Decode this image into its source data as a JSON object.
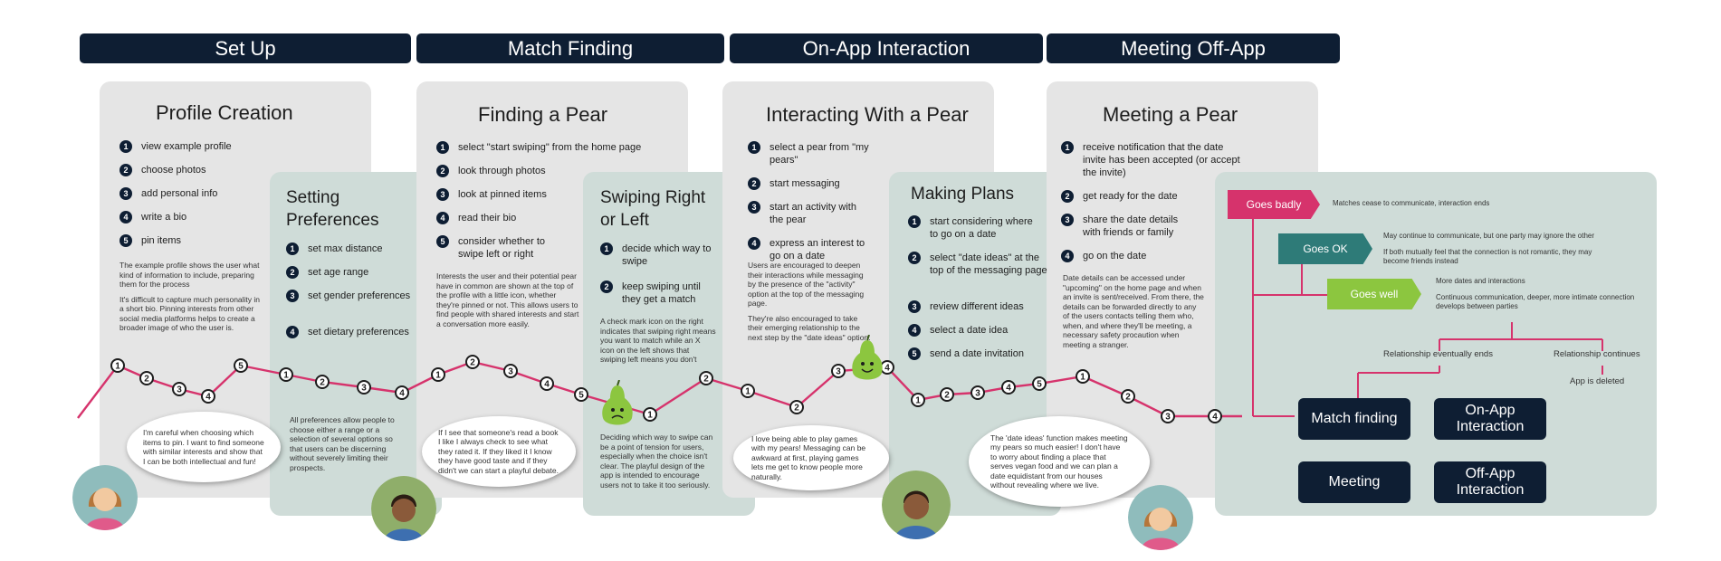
{
  "phases": [
    "Set Up",
    "Match Finding",
    "On-App Interaction",
    "Meeting Off-App"
  ],
  "profile_creation": {
    "title": "Profile Creation",
    "steps": [
      "view example profile",
      "choose photos",
      "add personal info",
      "write a bio",
      "pin items"
    ],
    "desc": [
      "The example profile shows the user what kind of information to include, preparing them for the process",
      "It's difficult to capture much personality in a short bio. Pinning interests from other social media platforms helps to create a broader image of who the user is."
    ]
  },
  "setting_preferences": {
    "title": "Setting Preferences",
    "steps": [
      "set max distance",
      "set age range",
      "set gender preferences",
      "set dietary preferences"
    ],
    "desc": "All preferences allow people to choose either a range or a selection of several options so that users can be discerning without severely limiting their prospects."
  },
  "finding_a_pear": {
    "title": "Finding a Pear",
    "steps": [
      "select \"start swiping\" from the home page",
      "look through photos",
      "look at pinned items",
      "read their bio",
      "consider whether to swipe left or right"
    ],
    "desc": "Interests the user and their potential pear have in common are shown at the top of the profile with a little icon, whether they're pinned or not. This allows users to find people with shared interests and start a conversation more easily."
  },
  "swiping": {
    "title": "Swiping Right or Left",
    "steps": [
      "decide which way to swipe",
      "keep swiping until they get a match"
    ],
    "desc1": "A check mark icon on the right indicates that swiping right means you want to match while an X icon on the left shows that swiping left means you don't",
    "desc2": "Deciding which way to swipe can be a point of tension for users, especially when the choice isn't clear. The playful design of the app is intended to encourage users not to take it too seriously."
  },
  "interacting": {
    "title": "Interacting With a Pear",
    "steps": [
      "select a pear from \"my pears\"",
      "start messaging",
      "start an activity with the pear",
      "express an interest to go on a date"
    ],
    "desc": [
      "Users are encouraged to deepen their interactions while messaging by the presence of the \"activity\" option at the top of the messaging page.",
      "They're also encouraged to take their emerging relationship to the next step by the \"date ideas\" option."
    ]
  },
  "making_plans": {
    "title": "Making Plans",
    "steps": [
      "start considering where to go on a date",
      "select \"date ideas\" at the top of the messaging page",
      "review different ideas",
      "select a date idea",
      "send a date invitation"
    ]
  },
  "meeting": {
    "title": "Meeting a Pear",
    "steps": [
      "receive notification that the date invite has been accepted (or accept the invite)",
      "get ready for the date",
      "share the date details with friends or family",
      "go on the date"
    ],
    "desc": "Date details can be accessed under \"upcoming\" on the home page and when an invite is sent/received. From there, the details can be forwarded directly to any of the users contacts telling them who, when, and where they'll be meeting, a necessary safety procaution when meeting a stranger."
  },
  "quotes": [
    "I'm careful when choosing which items to pin. I want to  find someone with similar interests and show that I can be both intellectual and fun!",
    "If I see that someone's read a book I like I always check to see what they rated it. If they liked it I know they have good taste and if they didn't we can start a playful debate.",
    "I love being able to play games with my pears! Messaging can be awkward at first, playing games lets me get to know people more naturally.",
    "The 'date ideas' function makes meeting my pears so much easier! I don't have to worry about finding a place that serves vegan food and we can plan a date equidistant from our houses without revealing where we live."
  ],
  "journey_numbers": [
    "1",
    "2",
    "3",
    "4",
    "5",
    "1",
    "2",
    "3",
    "4",
    "1",
    "2",
    "3",
    "4",
    "5",
    "1",
    "2",
    "1",
    "2",
    "3",
    "4",
    "1",
    "2",
    "3",
    "4",
    "5",
    "1",
    "2",
    "3",
    "4"
  ],
  "outcomes": {
    "badly": {
      "label": "Goes badly",
      "text": "Matches cease to communicate, interaction ends",
      "color": "#d6336c"
    },
    "ok": {
      "label": "Goes OK",
      "text1": "May continue to communicate, but one party may ignore the other",
      "text2": "If both mutually feel that the connection is not romantic, they may become friends instead",
      "color": "#2e7b78"
    },
    "well": {
      "label": "Goes well",
      "text1": "More dates and interactions",
      "text2": "Continuous communication, deeper, more intimate connection develops between parties",
      "color": "#8cc63f"
    },
    "ends": "Relationship eventually ends",
    "continues": "Relationship continues",
    "deleted": "App is deleted",
    "buttons": [
      "Match finding",
      "On-App Interaction",
      "Meeting",
      "Off-App Interaction"
    ]
  },
  "colors": {
    "navy": "#0e1e33",
    "pink": "#d6336c",
    "teal": "#2e7b78",
    "green": "#8cc63f",
    "grey_card": "#e5e5e5",
    "teal_card": "#cfdcd8"
  }
}
